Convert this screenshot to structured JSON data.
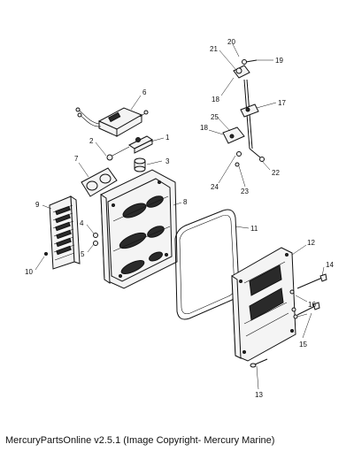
{
  "caption": "MercuryPartsOnline v2.5.1 (Image Copyright- Mercury Marine)",
  "callouts": {
    "c1": "1",
    "c2": "2",
    "c3": "3",
    "c4": "4",
    "c5": "5",
    "c6": "6",
    "c7": "7",
    "c8": "8",
    "c9": "9",
    "c10": "10",
    "c11": "11",
    "c12": "12",
    "c13": "13",
    "c14": "14",
    "c15": "15",
    "c16": "16",
    "c17": "17",
    "c18a": "18",
    "c18b": "18",
    "c19": "19",
    "c20": "20",
    "c21": "21",
    "c22": "22",
    "c23": "23",
    "c24": "24",
    "c25": "25"
  }
}
